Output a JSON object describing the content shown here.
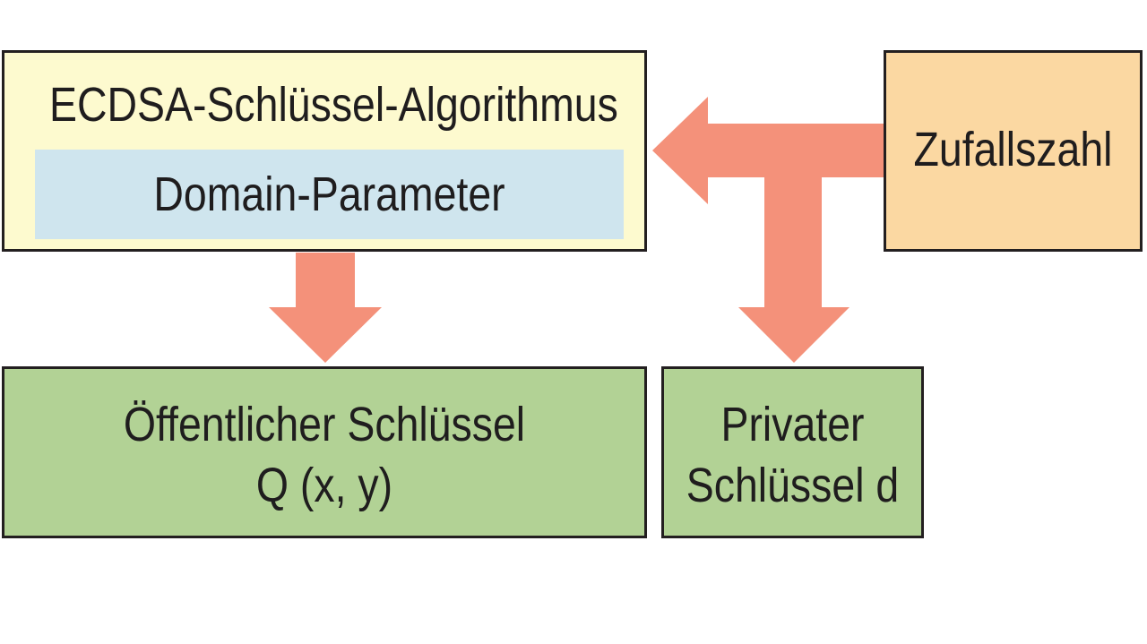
{
  "diagram": {
    "algorithm": {
      "title": "ECDSA-Schlüssel-Algorithmus",
      "domain_parameters": "Domain-Parameter"
    },
    "random_number": {
      "label": "Zufallszahl"
    },
    "public_key": {
      "line1": "Öffentlicher Schlüssel",
      "line2": "Q (x, y)"
    },
    "private_key": {
      "line1": "Privater",
      "line2": "Schlüssel d"
    },
    "colors": {
      "algorithm_fill": "#fdfacf",
      "domain_fill": "#cfe5ee",
      "random_fill": "#fbd8a2",
      "key_fill": "#b2d295",
      "arrow": "#f4917a",
      "border": "#231f20"
    }
  }
}
